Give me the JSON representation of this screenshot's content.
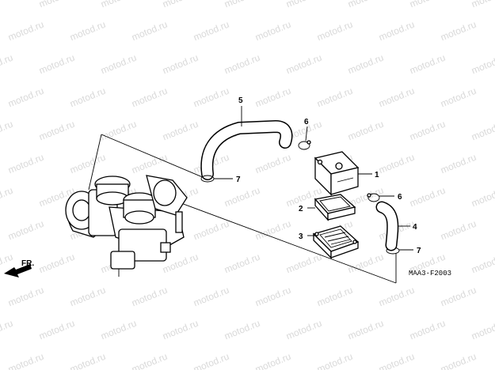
{
  "watermark": "motod.ru",
  "direction_label": "FR.",
  "diagram_code": "MAA3-F2003",
  "callouts": [
    "1",
    "2",
    "3",
    "4",
    "5",
    "6",
    "6",
    "7",
    "7"
  ],
  "parts": [
    {
      "id": "carburetor",
      "name": "carburetor assembly"
    },
    {
      "id": "valve",
      "name": "air suction valve"
    },
    {
      "id": "filter",
      "name": "filter"
    },
    {
      "id": "cover",
      "name": "valve cover"
    },
    {
      "id": "hose4",
      "name": "hose"
    },
    {
      "id": "hose5",
      "name": "hose"
    },
    {
      "id": "clamp6",
      "name": "clamp"
    },
    {
      "id": "clamp7",
      "name": "clamp"
    }
  ]
}
